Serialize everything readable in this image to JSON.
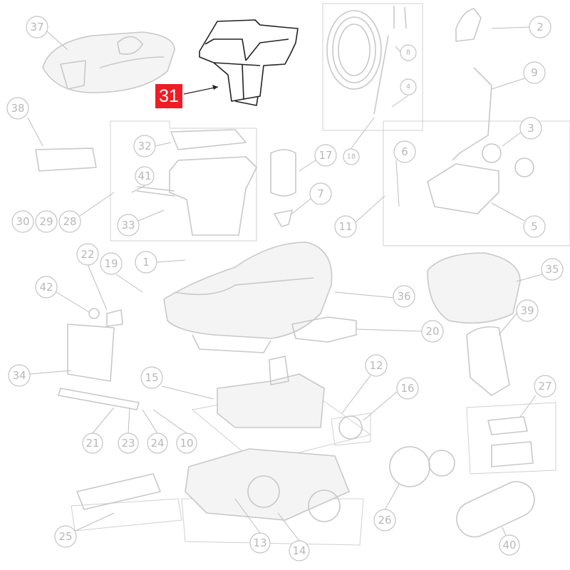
{
  "diagram": {
    "highlighted_part": "31",
    "highlight_color": "#ee1c25",
    "callouts": [
      "37",
      "2",
      "8",
      "9",
      "4",
      "38",
      "3",
      "18",
      "6",
      "32",
      "17",
      "41",
      "7",
      "30",
      "29",
      "28",
      "33",
      "11",
      "5",
      "1",
      "22",
      "19",
      "42",
      "35",
      "36",
      "39",
      "20",
      "34",
      "12",
      "15",
      "16",
      "27",
      "21",
      "23",
      "24",
      "10",
      "26",
      "25",
      "13",
      "14",
      "40"
    ]
  }
}
